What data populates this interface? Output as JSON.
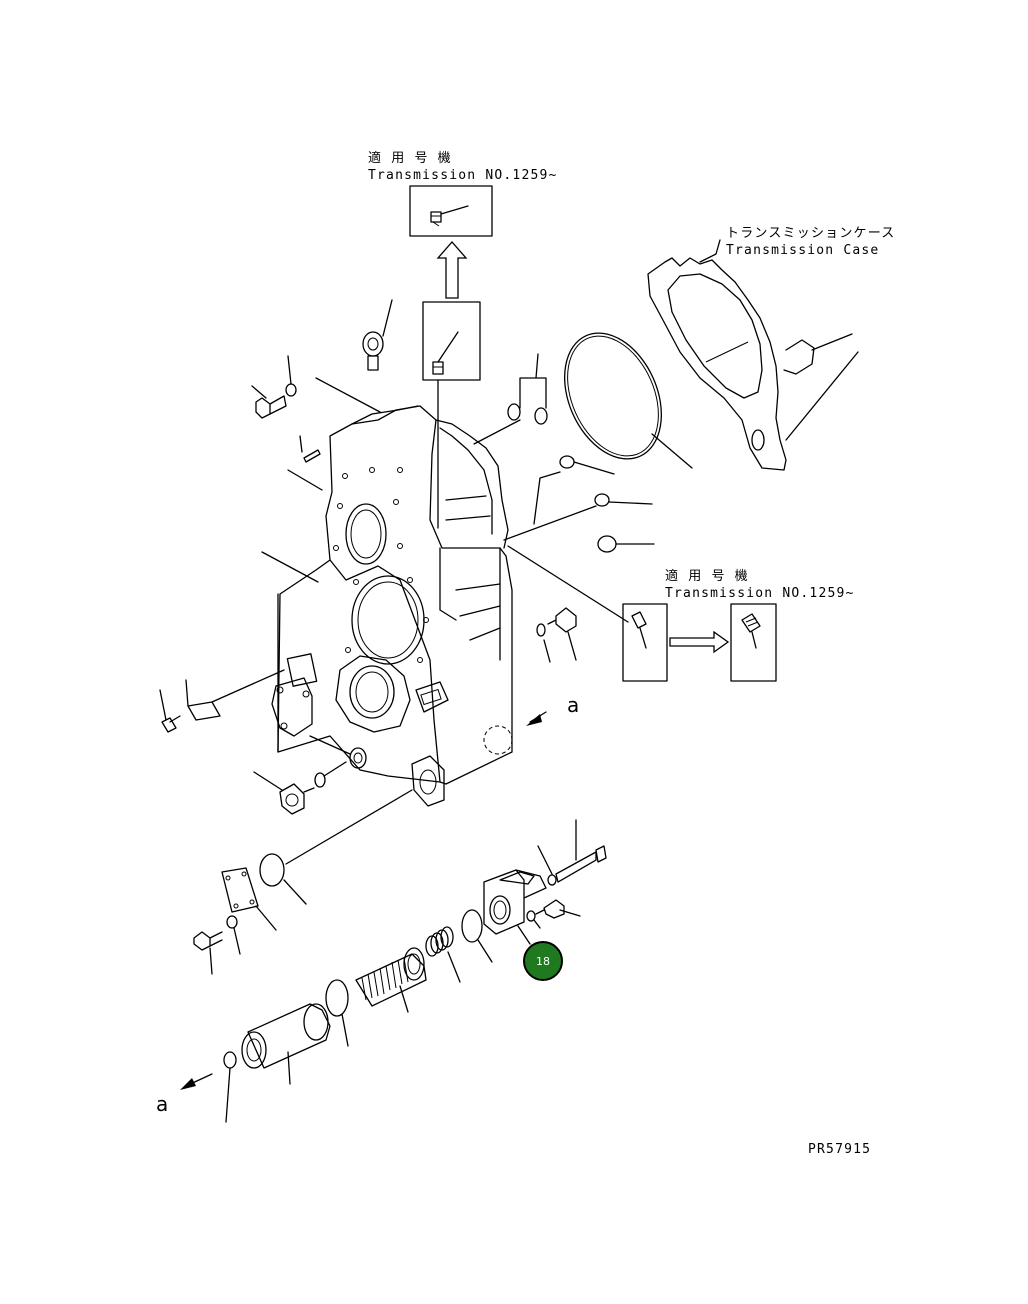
{
  "labels": {
    "top_model_jp": "適 用 号 機",
    "top_model_en": "Transmission NO.1259~",
    "case_jp": "トランスミッションケース",
    "case_en": "Transmission Case",
    "right_model_jp": "適 用 号 機",
    "right_model_en": "Transmission NO.1259~",
    "view_ref_right": "a",
    "view_ref_left": "a",
    "drawing_number": "PR57915"
  },
  "callouts": [
    {
      "number": "18",
      "color": "#1f7a1f"
    }
  ],
  "colors": {
    "line": "#000000",
    "background": "#ffffff",
    "badge_fill": "#1f7a1f",
    "badge_stroke": "#000000"
  }
}
